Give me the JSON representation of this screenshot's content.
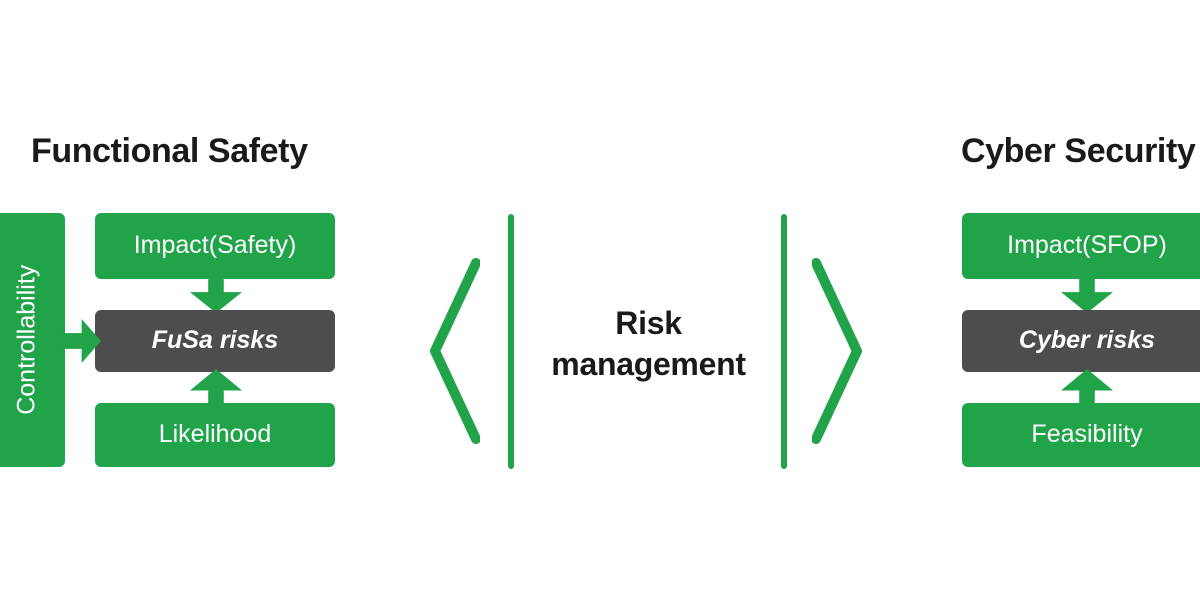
{
  "palette": {
    "green": "#21a34a",
    "dark_gray": "#4d4d4d",
    "text_dark": "#1a1a1a",
    "box_text": "#ffffff",
    "background": "#ffffff"
  },
  "diagram": {
    "type": "comparison-diagram",
    "left_section": {
      "title": "Functional Safety",
      "side_input": {
        "label": "Controllability",
        "orientation": "vertical",
        "color": "#21a34a"
      },
      "inputs": [
        {
          "label": "Impact(Safety)",
          "position": "top",
          "color": "#21a34a"
        },
        {
          "label": "Likelihood",
          "position": "bottom",
          "color": "#21a34a"
        }
      ],
      "center_node": {
        "label": "FuSa risks",
        "style": "italic",
        "color": "#4d4d4d"
      },
      "arrows": [
        {
          "name": "impact-to-risks",
          "direction": "down"
        },
        {
          "name": "likelihood-to-risks",
          "direction": "up"
        },
        {
          "name": "controllability-to-risks",
          "direction": "right"
        }
      ]
    },
    "center_section": {
      "label_line_1": "Risk",
      "label_line_2": "management",
      "rails": 2,
      "chevrons": [
        "left",
        "right"
      ]
    },
    "right_section": {
      "title": "Cyber Security",
      "inputs": [
        {
          "label": "Impact(SFOP)",
          "position": "top",
          "color": "#21a34a"
        },
        {
          "label": "Feasibility",
          "position": "bottom",
          "color": "#21a34a"
        }
      ],
      "center_node": {
        "label": "Cyber risks",
        "style": "italic",
        "color": "#4d4d4d"
      },
      "arrows": [
        {
          "name": "impact-to-risks",
          "direction": "down"
        },
        {
          "name": "feasibility-to-risks",
          "direction": "up"
        }
      ]
    }
  }
}
